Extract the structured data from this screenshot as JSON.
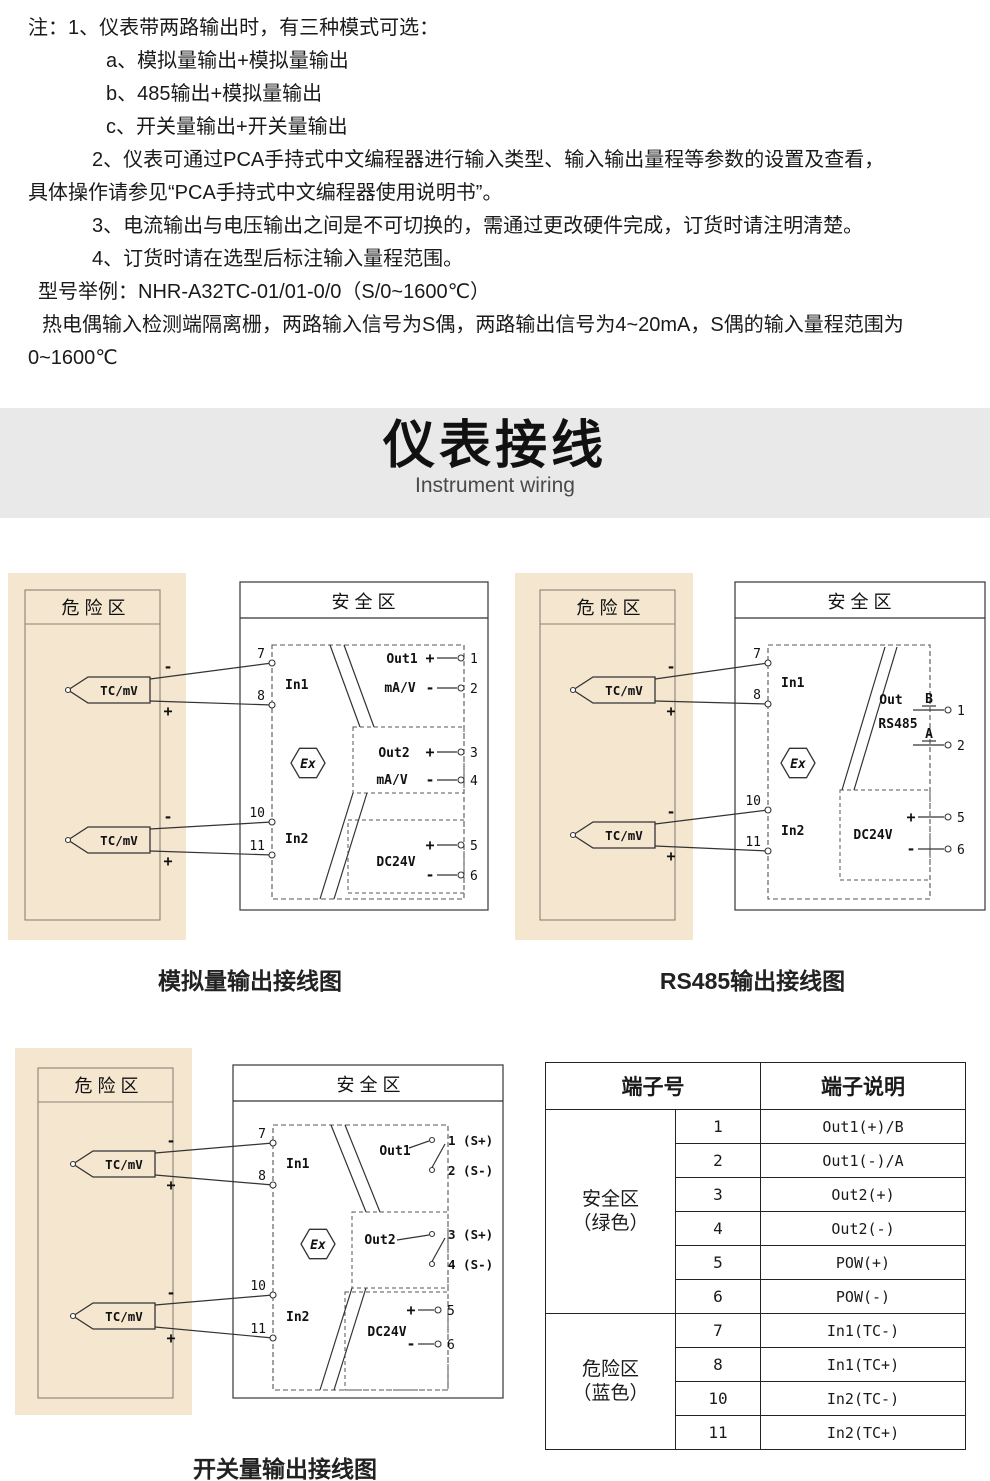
{
  "notes": {
    "n1": "注：1、仪表带两路输出时，有三种模式可选：",
    "n1a": "a、模拟量输出+模拟量输出",
    "n1b": "b、485输出+模拟量输出",
    "n1c": "c、开关量输出+开关量输出",
    "n2a": "2、仪表可通过PCA手持式中文编程器进行输入类型、输入输出量程等参数的设置及查看，",
    "n2b": "具体操作请参见“PCA手持式中文编程器使用说明书”。",
    "n3": "3、电流输出与电压输出之间是不可切换的，需通过更改硬件完成，订货时请注明清楚。",
    "n4": "4、订货时请在选型后标注输入量程范围。",
    "model_example": "型号举例：NHR-A32TC-01/01-0/0（S/0~1600℃）",
    "model_desc": "热电偶输入检测端隔离栅，两路输入信号为S偶，两路输出信号为4~20mA，S偶的输入量程范围为0~1600℃"
  },
  "banner": {
    "title": "仪表接线",
    "subtitle": "Instrument wiring"
  },
  "colors": {
    "beige_zone": "#f5e6d0",
    "banner_gray": "#e9e9e9"
  },
  "shared": {
    "danger_zone": "危险区",
    "safe_zone": "安全区",
    "tcmv": "TC/mV",
    "in1": "In1",
    "in2": "In2",
    "ex_mark": "Ex",
    "plus": "+",
    "minus": "-",
    "dc24v": "DC24V",
    "t1": "1",
    "t2": "2",
    "t3": "3",
    "t4": "4",
    "t5": "5",
    "t6": "6",
    "t7": "7",
    "t8": "8",
    "t10": "10",
    "t11": "11"
  },
  "diagram_analog": {
    "caption": "模拟量输出接线图",
    "out1": "Out1",
    "out1_unit": "mA/V",
    "out2": "Out2",
    "out2_unit": "mA/V"
  },
  "diagram_rs485": {
    "caption": "RS485输出接线图",
    "out": "Out",
    "rs485": "RS485",
    "b": "B",
    "a": "A"
  },
  "diagram_switch": {
    "caption": "开关量输出接线图",
    "out1": "Out1",
    "out2": "Out2",
    "s1": "1 (S+)",
    "s2": "2 (S-)",
    "s3": "3 (S+)",
    "s4": "4 (S-)"
  },
  "table": {
    "header_no": "端子号",
    "header_desc": "端子说明",
    "groups": [
      {
        "name": "安全区",
        "color": "（绿色）",
        "rows": [
          {
            "no": "1",
            "desc": "Out1(+)/B"
          },
          {
            "no": "2",
            "desc": "Out1(-)/A"
          },
          {
            "no": "3",
            "desc": "Out2(+)"
          },
          {
            "no": "4",
            "desc": "Out2(-)"
          },
          {
            "no": "5",
            "desc": "POW(+)"
          },
          {
            "no": "6",
            "desc": "POW(-)"
          }
        ]
      },
      {
        "name": "危险区",
        "color": "（蓝色）",
        "rows": [
          {
            "no": "7",
            "desc": "In1(TC-)"
          },
          {
            "no": "8",
            "desc": "In1(TC+)"
          },
          {
            "no": "10",
            "desc": "In2(TC-)"
          },
          {
            "no": "11",
            "desc": "In2(TC+)"
          }
        ]
      }
    ]
  }
}
